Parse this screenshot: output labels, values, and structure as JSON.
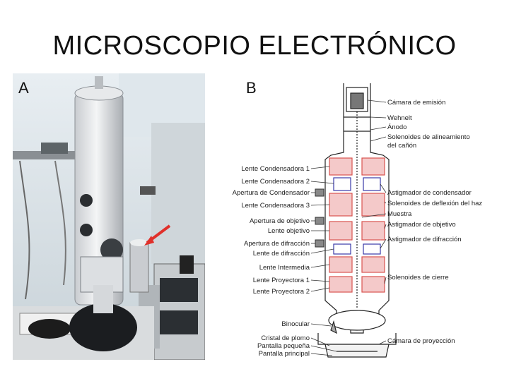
{
  "slide": {
    "title": "MICROSCOPIO ELECTRÓNICO",
    "panel_a_letter": "A",
    "panel_b_letter": "B"
  },
  "diagram": {
    "left_labels": [
      "Lente Condensadora 1",
      "Lente Condensadora 2",
      "Apertura de Condensador",
      "Lente Condensadora 3",
      "Apertura de objetivo",
      "Lente objetivo",
      "Apertura de difracción",
      "Lente de difracción",
      "Lente Intermedia",
      "Lente Proyectora 1",
      "Lente Proyectora 2",
      "Binocular",
      "Cristal de plomo",
      "Pantalla pequeña",
      "Pantalla principal"
    ],
    "right_labels": [
      "Cámara de emisión",
      "Wehnelt",
      "Ánodo",
      "Solenoides de alineamiento",
      "del cañón",
      "Astigmador de condensador",
      "Solenoides de deflexión del haz",
      "Muestra",
      "Astigmador de objetivo",
      "Astigmador de difracción",
      "Solenoides de cierre",
      "Cámara de proyección"
    ],
    "colors": {
      "lens_fill": "#f4c9c9",
      "lens_stroke": "#d9534f",
      "coil_stroke": "#3a3aa8",
      "column_stroke": "#222222"
    }
  }
}
